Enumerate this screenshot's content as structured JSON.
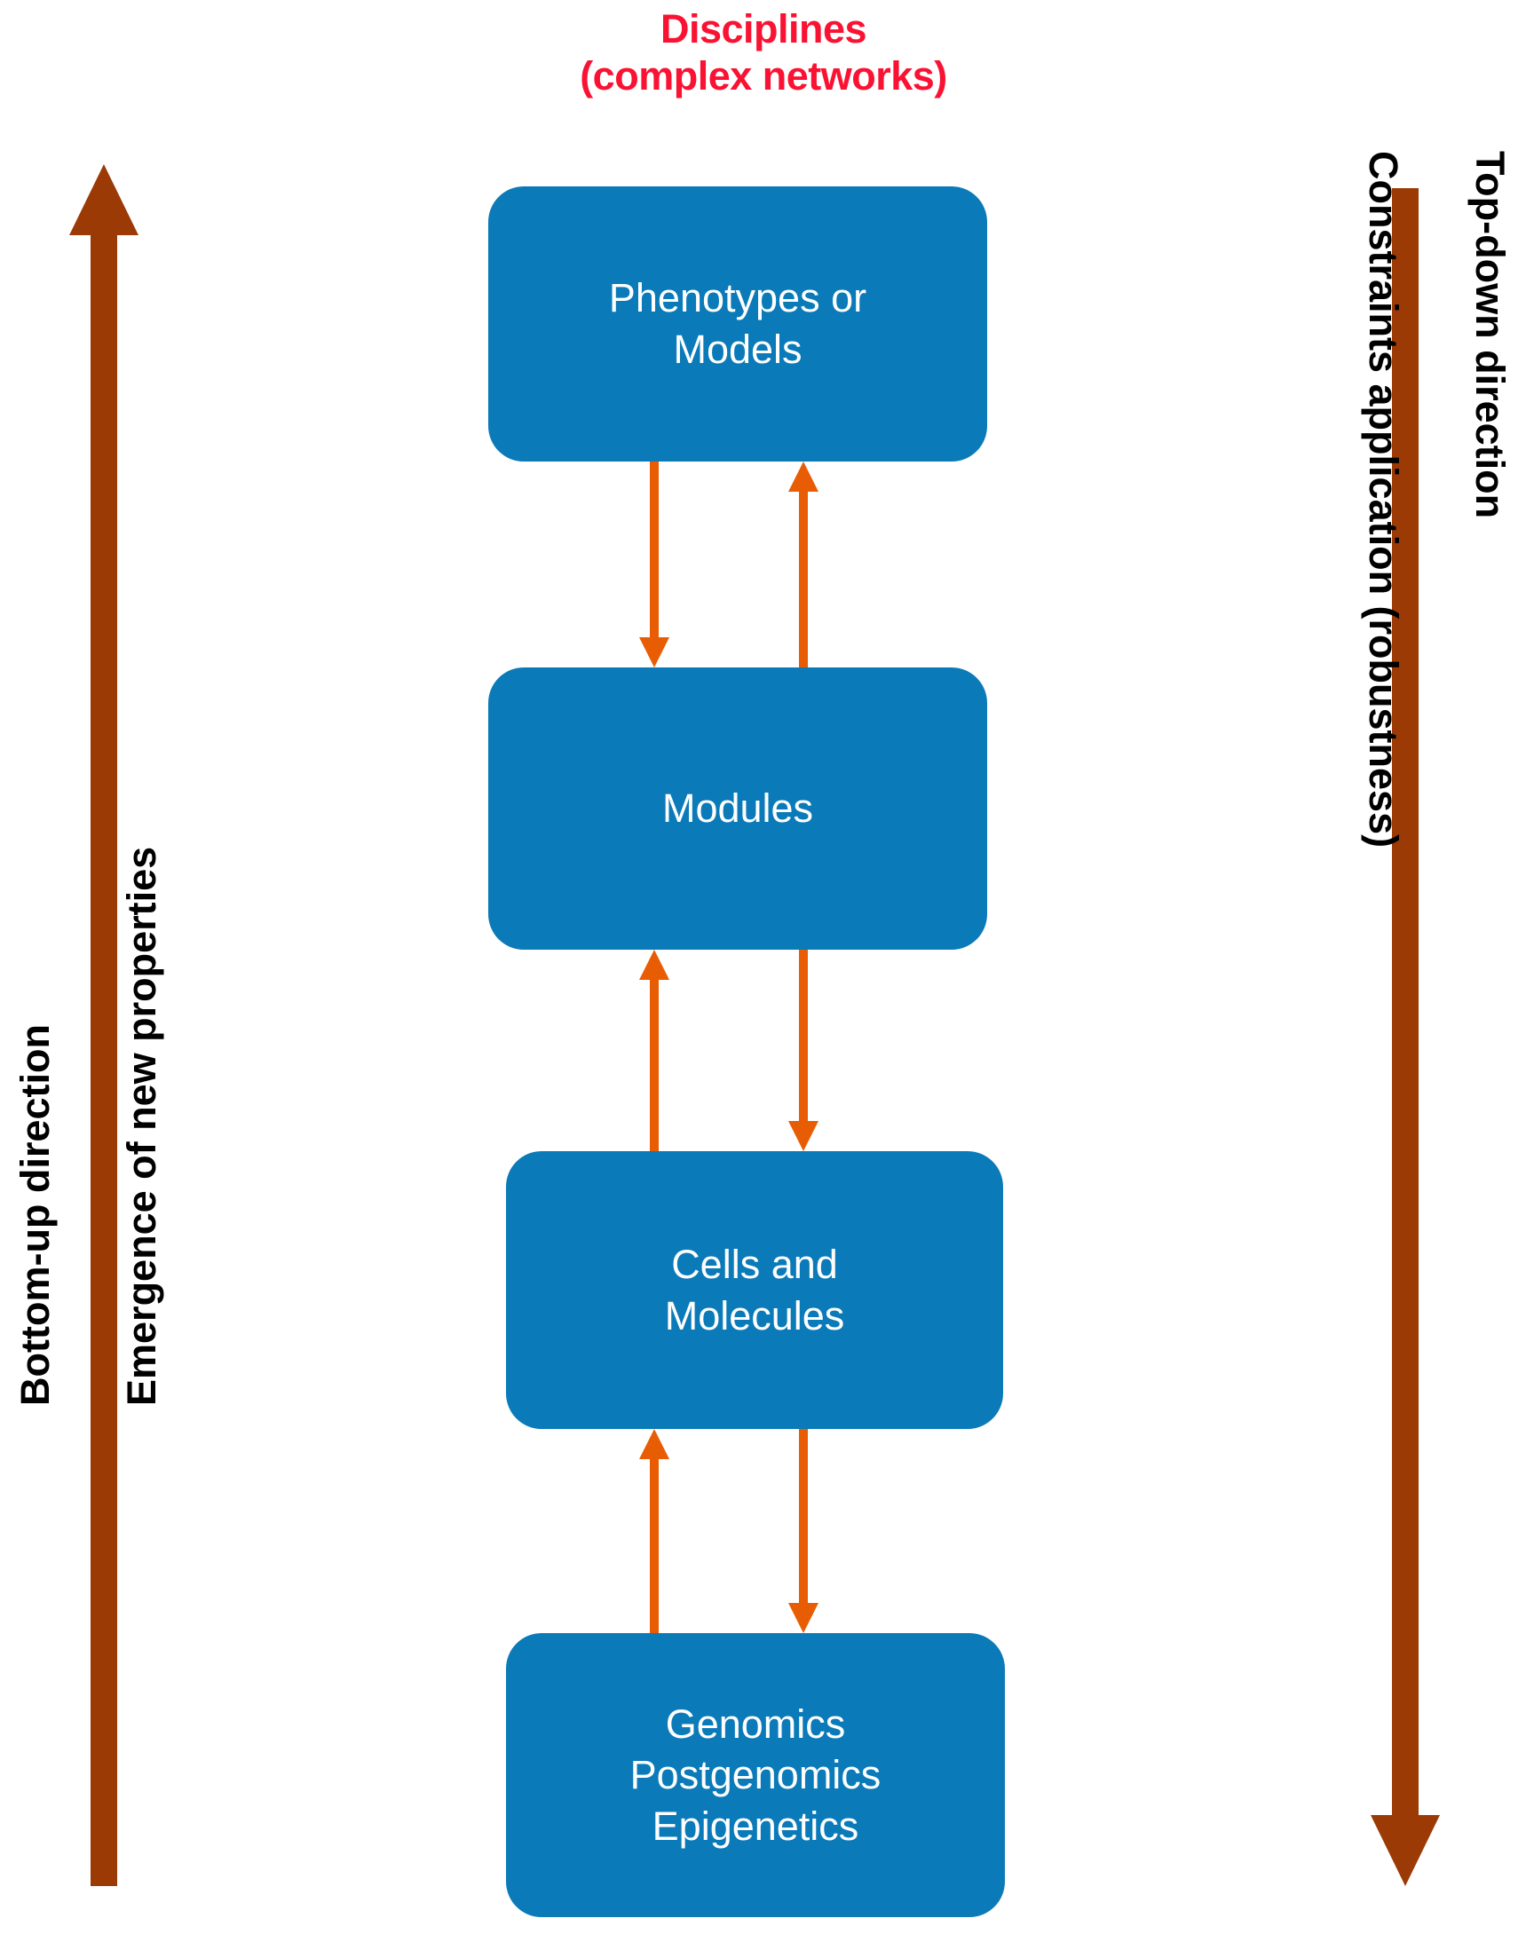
{
  "diagram": {
    "title": "Disciplines\n(complex networks)",
    "title_color": "#fa1233",
    "node_fill_color": "#0b7ab8",
    "node_text_color": "#ffffff",
    "connector_color": "#e85d04",
    "direction_arrow_color": "#9c3a06",
    "background_color": "#ffffff",
    "nodes": [
      {
        "id": "phenotypes",
        "label": "Phenotypes or\nModels",
        "level": 1
      },
      {
        "id": "modules",
        "label": "Modules",
        "level": 2
      },
      {
        "id": "cells",
        "label": "Cells and\nMolecules",
        "level": 3
      },
      {
        "id": "genomics",
        "label": "Genomics\nPostgenomics\nEpigenetics",
        "level": 4
      }
    ],
    "connectors": [
      {
        "id": "pheno-to-modules",
        "from": "phenotypes",
        "to": "modules",
        "direction": "down"
      },
      {
        "id": "modules-to-pheno",
        "from": "modules",
        "to": "phenotypes",
        "direction": "up"
      },
      {
        "id": "modules-to-cells",
        "from": "modules",
        "to": "cells",
        "direction": "down"
      },
      {
        "id": "cells-to-modules",
        "from": "cells",
        "to": "modules",
        "direction": "up"
      },
      {
        "id": "cells-to-genom",
        "from": "cells",
        "to": "genomics",
        "direction": "down"
      },
      {
        "id": "genom-to-cells",
        "from": "genomics",
        "to": "cells",
        "direction": "up"
      }
    ],
    "side_labels": {
      "left_outer": "Bottom-up direction",
      "left_inner": "Emergence of new properties",
      "right_outer": "Top-down direction",
      "right_inner": "Constraints application (robustness)"
    },
    "direction_arrows": [
      {
        "id": "brown-arrow-up",
        "side": "left",
        "points": "up"
      },
      {
        "id": "brown-arrow-down",
        "side": "right",
        "points": "down"
      }
    ]
  }
}
